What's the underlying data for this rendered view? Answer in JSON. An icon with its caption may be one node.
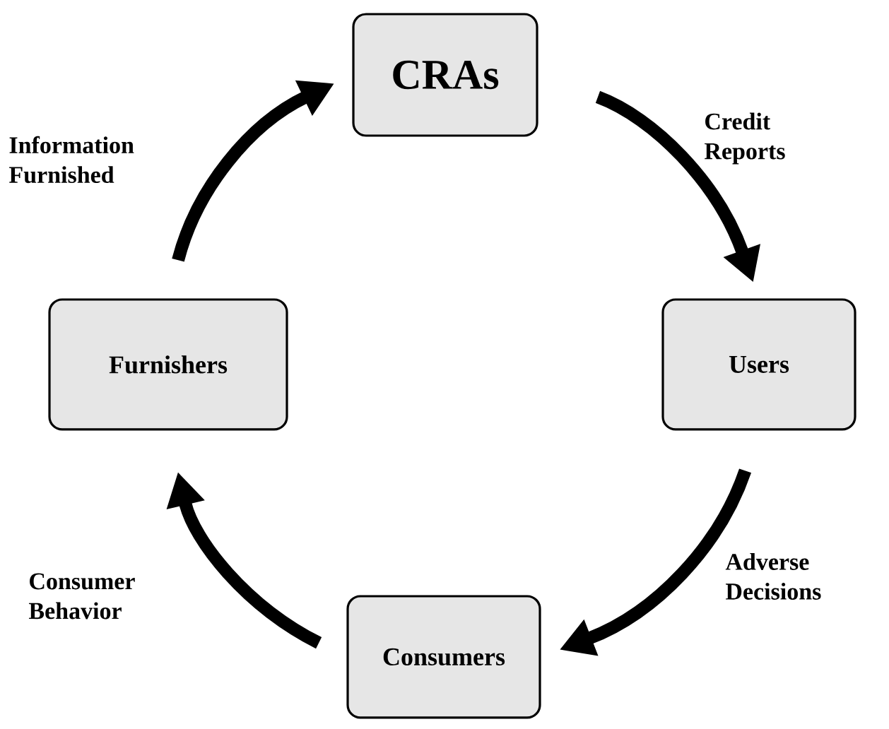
{
  "diagram": {
    "nodes": [
      {
        "text": [
          "CRAs"
        ]
      },
      {
        "text": [
          "Users"
        ]
      },
      {
        "text": [
          "Consumers"
        ]
      },
      {
        "text": [
          "Furnishers"
        ]
      }
    ],
    "edges": [
      {
        "from": 0,
        "to": 1,
        "arrow": "to",
        "label": "Credit Reports"
      },
      {
        "from": 1,
        "to": 2,
        "arrow": "to",
        "label": "Adverse Decisions"
      },
      {
        "from": 2,
        "to": 3,
        "arrow": "to",
        "label": "Consumer Behavior"
      },
      {
        "from": 3,
        "to": 0,
        "arrow": "to",
        "label": "Information Furnished"
      }
    ]
  }
}
